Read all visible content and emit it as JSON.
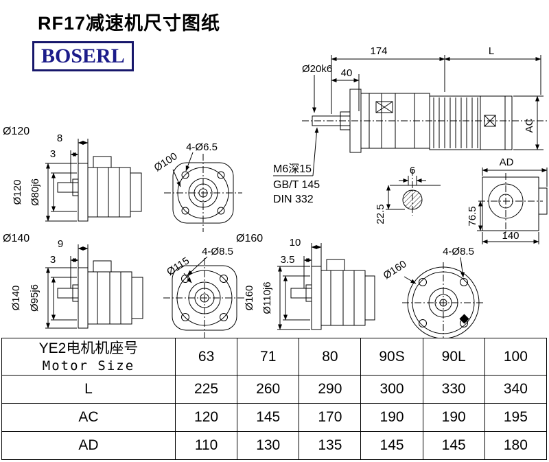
{
  "title": "RF17减速机尺寸图纸",
  "logo": "BOSERL",
  "views": {
    "main": {
      "dim_174": "174",
      "dim_L": "L",
      "dim_40": "40",
      "shaft_dia": "Ø20k6",
      "dim_AC": "AC",
      "dim_AD": "AD"
    },
    "notes": {
      "line1": "M6深15",
      "line2": "GB/T 145",
      "line3": "DIN 332"
    },
    "shaft_detail": {
      "dim_6": "6",
      "dim_22_5": "22.5"
    },
    "side_small": {
      "dim_76_5": "76.5",
      "dim_140": "140"
    },
    "flange120": {
      "label": "Ø120",
      "dim_8": "8",
      "dim_3": "3",
      "dia_outer": "Ø120",
      "dia_shaft": "Ø80j6",
      "holes": "4-Ø6.5",
      "dia_circle": "Ø100"
    },
    "flange140": {
      "label": "Ø140",
      "dim_9": "9",
      "dim_3": "3",
      "dia_outer": "Ø140",
      "dia_shaft": "Ø95j6",
      "holes": "4-Ø8.5",
      "dia_circle": "Ø115"
    },
    "flange160": {
      "label": "Ø160",
      "dim_10": "10",
      "dim_3_5": "3.5",
      "dia_outer": "Ø160",
      "dia_shaft": "Ø110j6",
      "holes": "4-Ø8.5",
      "dia_circle": "Ø160"
    }
  },
  "table": {
    "header_cn": "YE2电机机座号",
    "header_en": "Motor Size",
    "columns": [
      "63",
      "71",
      "80",
      "90S",
      "90L",
      "100"
    ],
    "rows": [
      {
        "label": "L",
        "values": [
          "225",
          "260",
          "290",
          "300",
          "330",
          "340"
        ]
      },
      {
        "label": "AC",
        "values": [
          "120",
          "145",
          "170",
          "190",
          "190",
          "195"
        ]
      },
      {
        "label": "AD",
        "values": [
          "110",
          "130",
          "135",
          "145",
          "145",
          "180"
        ]
      }
    ]
  }
}
